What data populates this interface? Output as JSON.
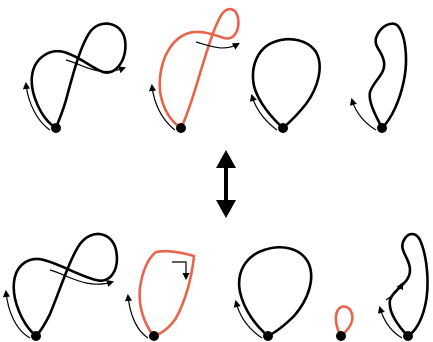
{
  "colors": {
    "background": "#ffffff",
    "stroke": "#000000",
    "highlight": "#e8644a"
  },
  "icons": {
    "between_rows": "double-headed-vertical-arrow"
  },
  "rows": [
    {
      "label": "top",
      "items": [
        "figure-eight-loop",
        "figure-eight-loop-highlighted",
        "simple-loop",
        "zigzag-loop"
      ]
    },
    {
      "label": "bottom",
      "items": [
        "figure-eight-loop",
        "truncated-loop-highlighted",
        "simple-loop",
        "small-loop-and-zigzag-loop"
      ]
    }
  ]
}
